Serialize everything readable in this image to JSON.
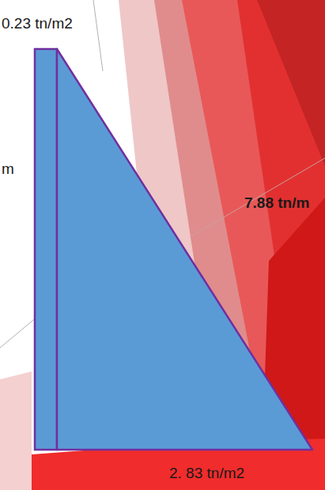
{
  "diagram": {
    "labels": [
      "0.23 tn/m2",
      "m",
      "7.88 tn/m",
      "2. 83 tn/m2"
    ]
  }
}
